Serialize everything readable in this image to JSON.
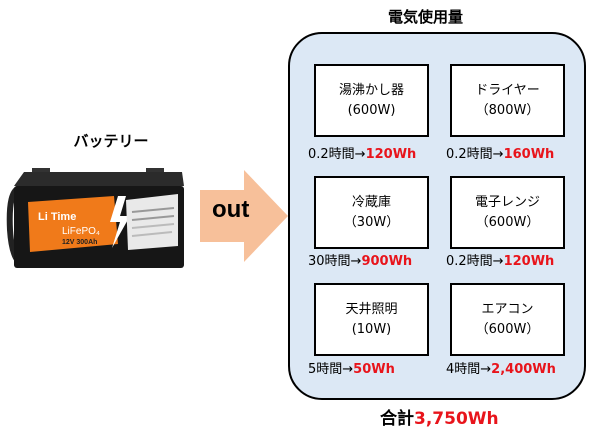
{
  "battery": {
    "label": "バッテリー",
    "brand": "Li Time",
    "chemistry": "LiFePO₄",
    "spec": "12V 300Ah"
  },
  "arrow": {
    "label": "out"
  },
  "panel": {
    "title": "電気使用量"
  },
  "appliances": [
    {
      "name": "湯沸かし器",
      "watts": "(600W)",
      "hours": "0.2時間→",
      "energy": "120Wh"
    },
    {
      "name": "ドライヤー",
      "watts": "（800W）",
      "hours": "0.2時間→",
      "energy": "160Wh"
    },
    {
      "name": "冷蔵庫",
      "watts": "（30W）",
      "hours": "30時間→",
      "energy": "900Wh"
    },
    {
      "name": "電子レンジ",
      "watts": "（600W）",
      "hours": "0.2時間→",
      "energy": "120Wh"
    },
    {
      "name": "天井照明",
      "watts": "(10W)",
      "hours": "5時間→",
      "energy": "50Wh"
    },
    {
      "name": "エアコン",
      "watts": "（600W）",
      "hours": "4時間→",
      "energy": "2,400Wh"
    }
  ],
  "total": {
    "label": "合計",
    "value": "3,750Wh"
  },
  "colors": {
    "accent": "#e8141b",
    "panel": "#dce8f5",
    "arrow": "#f7c09a",
    "battery_orange": "#f07a1a"
  }
}
